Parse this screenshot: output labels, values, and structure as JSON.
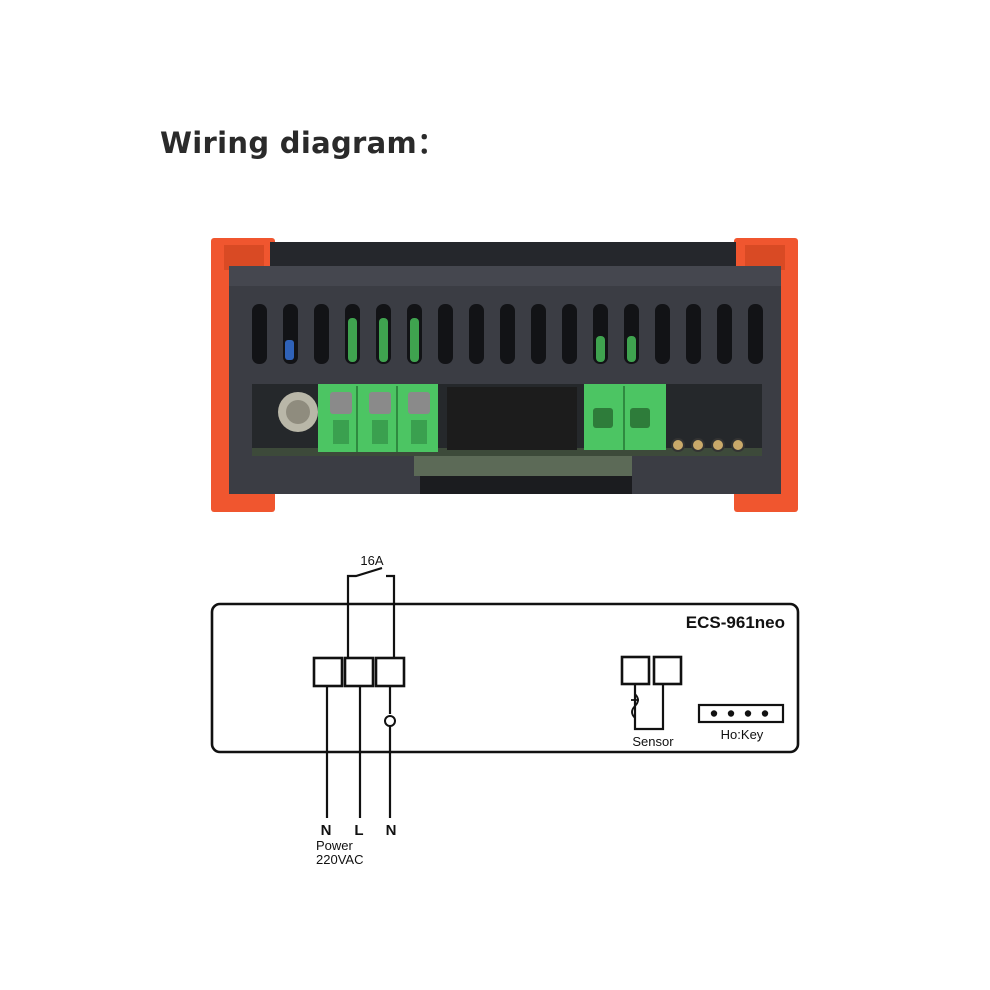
{
  "heading": "Wiring diagram：",
  "photo": {
    "description_icon": "controller-rear-photo-icon",
    "colors": {
      "housing": "#3b3d44",
      "clips": "#f0562f",
      "terminal": "#4cc563",
      "pcb": "#3d4a3a",
      "relay": "#1c1c1c"
    }
  },
  "schematic": {
    "model": "ECS-961neo",
    "relay_rating": "16A",
    "sensor_label": "Sensor",
    "key_label": "Ho:Key",
    "terminals": {
      "N1": "N",
      "L": "L",
      "N2": "N"
    },
    "power_label": "Power",
    "voltage_label": "220VAC"
  }
}
